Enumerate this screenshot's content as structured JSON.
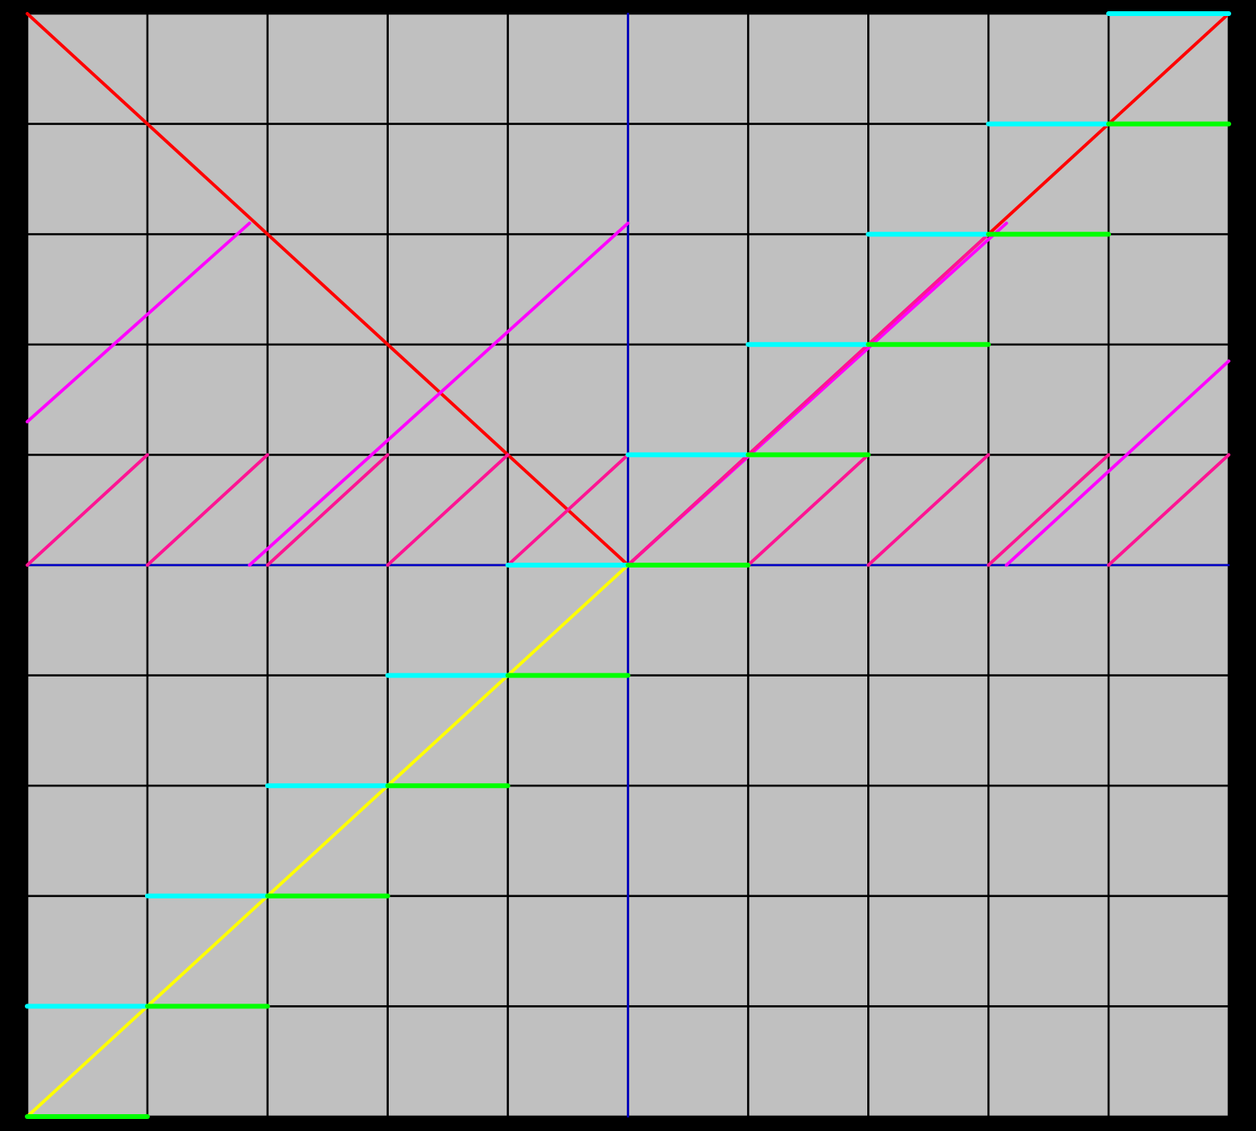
{
  "chart_data": {
    "type": "line",
    "title": "",
    "xlabel": "",
    "ylabel": "",
    "grid": true,
    "legend": "none",
    "xlim": [
      -5,
      5
    ],
    "ylim": [
      -5,
      5
    ],
    "colors": {
      "background": "#000000",
      "plot_background": "#c0c0c0",
      "grid": "#000000",
      "axes": "#0000c8"
    },
    "axes_lines": [
      {
        "name": "x-axis",
        "points": [
          [
            -5,
            0
          ],
          [
            5,
            0
          ]
        ]
      },
      {
        "name": "y-axis",
        "points": [
          [
            0,
            -5
          ],
          [
            0,
            5
          ]
        ]
      }
    ],
    "series": [
      {
        "color": "#ff0000",
        "segments": [
          [
            [
              -5,
              5
            ],
            [
              0,
              0
            ]
          ],
          [
            [
              0,
              0
            ],
            [
              5,
              5
            ]
          ]
        ]
      },
      {
        "color": "#ffff00",
        "segments": [
          [
            [
              -5,
              -5
            ],
            [
              0,
              0
            ]
          ]
        ]
      },
      {
        "color": "#ff00ff",
        "segments": [
          [
            [
              -5,
              1.3
            ],
            [
              -3.15,
              3.1
            ]
          ],
          [
            [
              -3.15,
              0
            ],
            [
              0,
              3.1
            ]
          ],
          [
            [
              3.15,
              0
            ],
            [
              5,
              1.85
            ]
          ],
          [
            [
              0,
              0
            ],
            [
              3.15,
              3.1
            ]
          ]
        ]
      },
      {
        "color": "#ff1493",
        "segments": [
          [
            [
              -5,
              0
            ],
            [
              -4,
              1
            ]
          ],
          [
            [
              -4,
              0
            ],
            [
              -3,
              1
            ]
          ],
          [
            [
              -3,
              0
            ],
            [
              -2,
              1
            ]
          ],
          [
            [
              -2,
              0
            ],
            [
              -1,
              1
            ]
          ],
          [
            [
              -1,
              0
            ],
            [
              0,
              1
            ]
          ],
          [
            [
              0,
              0
            ],
            [
              1,
              1
            ]
          ],
          [
            [
              1,
              0
            ],
            [
              2,
              1
            ]
          ],
          [
            [
              2,
              0
            ],
            [
              3,
              1
            ]
          ],
          [
            [
              3,
              0
            ],
            [
              4,
              1
            ]
          ],
          [
            [
              4,
              0
            ],
            [
              5,
              1
            ]
          ],
          [
            [
              0,
              0
            ],
            [
              3,
              3
            ]
          ]
        ]
      },
      {
        "color": "#00ffff",
        "segments": [
          [
            [
              -5,
              -4
            ],
            [
              -4,
              -4
            ]
          ],
          [
            [
              -4,
              -3
            ],
            [
              -3,
              -3
            ]
          ],
          [
            [
              -3,
              -2
            ],
            [
              -2,
              -2
            ]
          ],
          [
            [
              -2,
              -1
            ],
            [
              -1,
              -1
            ]
          ],
          [
            [
              -1,
              0
            ],
            [
              0,
              0
            ]
          ],
          [
            [
              0,
              1
            ],
            [
              1,
              1
            ]
          ],
          [
            [
              1,
              2
            ],
            [
              2,
              2
            ]
          ],
          [
            [
              2,
              3
            ],
            [
              3,
              3
            ]
          ],
          [
            [
              3,
              4
            ],
            [
              4,
              4
            ]
          ],
          [
            [
              4,
              5
            ],
            [
              5,
              5
            ]
          ]
        ]
      },
      {
        "color": "#00ff00",
        "segments": [
          [
            [
              -5,
              -5
            ],
            [
              -4,
              -5
            ]
          ],
          [
            [
              -4,
              -4
            ],
            [
              -3,
              -4
            ]
          ],
          [
            [
              -3,
              -3
            ],
            [
              -2,
              -3
            ]
          ],
          [
            [
              -2,
              -2
            ],
            [
              -1,
              -2
            ]
          ],
          [
            [
              -1,
              -1
            ],
            [
              0,
              -1
            ]
          ],
          [
            [
              0,
              0
            ],
            [
              1,
              0
            ]
          ],
          [
            [
              1,
              1
            ],
            [
              2,
              1
            ]
          ],
          [
            [
              2,
              2
            ],
            [
              3,
              2
            ]
          ],
          [
            [
              3,
              3
            ],
            [
              4,
              3
            ]
          ],
          [
            [
              4,
              4
            ],
            [
              5,
              4
            ]
          ]
        ]
      }
    ]
  }
}
